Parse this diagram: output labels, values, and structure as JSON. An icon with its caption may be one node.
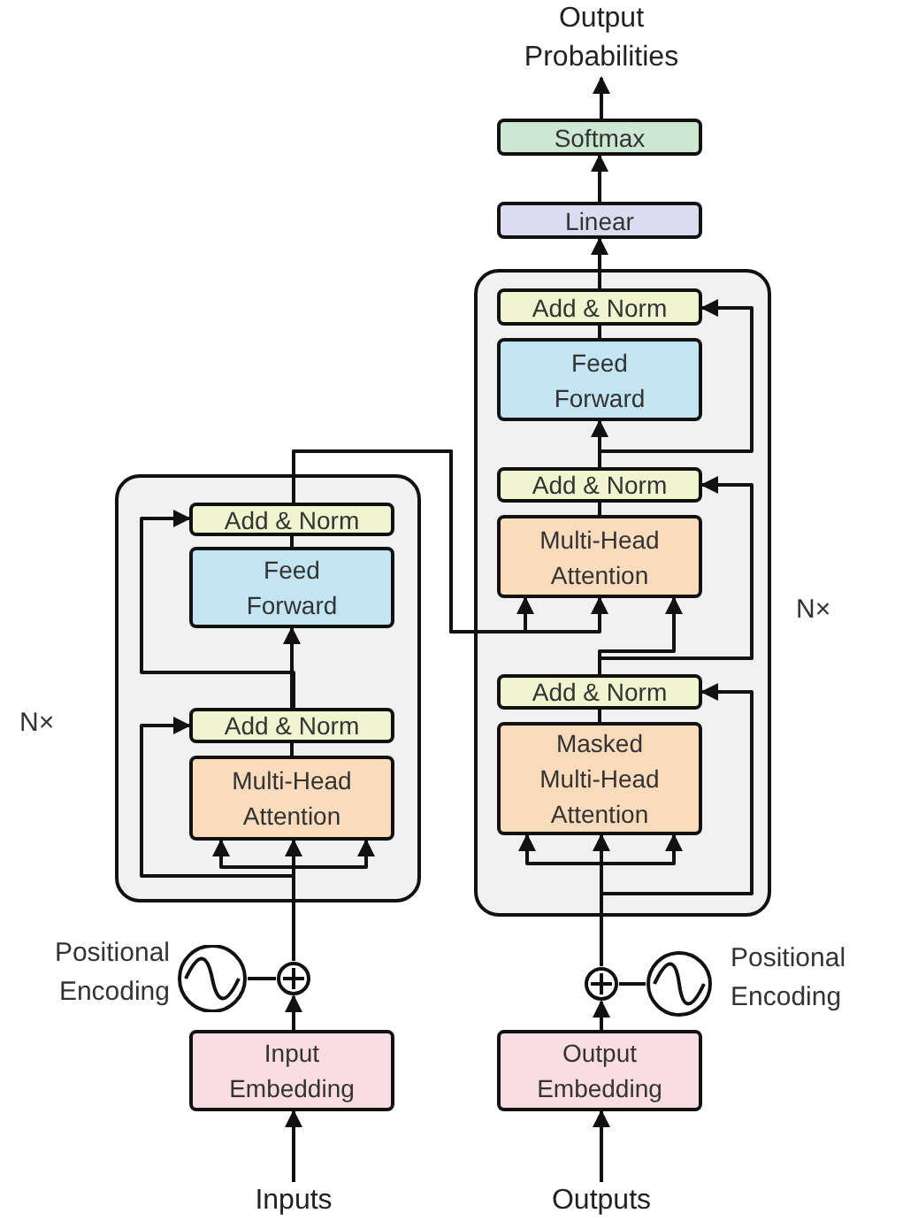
{
  "diagram": {
    "nodes": [
      {
        "text": [],
        "shape": "box",
        "beside": [
          "N×"
        ]
      },
      {
        "text": [
          "Add & Norm"
        ],
        "in": 0
      },
      {
        "text": [
          "Feed Forward"
        ],
        "in": 0
      },
      {
        "text": [
          "Add & Norm"
        ],
        "in": 0
      },
      {
        "text": [
          "Multi-Head Attention"
        ],
        "in": 0
      },
      {
        "text": [],
        "shape": "box",
        "beside": [
          "N×"
        ]
      },
      {
        "text": [
          "Add & Norm"
        ],
        "in": 5
      },
      {
        "text": [
          "Feed Forward"
        ],
        "in": 5
      },
      {
        "text": [
          "Add & Norm"
        ],
        "in": 5
      },
      {
        "text": [
          "Multi-Head Attention"
        ],
        "in": 5
      },
      {
        "text": [
          "Add & Norm"
        ],
        "in": 5
      },
      {
        "text": [
          "Masked Multi-Head Attention"
        ],
        "in": 5
      },
      {
        "text": [
          "Linear"
        ]
      },
      {
        "text": [
          "Softmax"
        ]
      },
      {
        "text": [
          "Output Probabilities"
        ]
      },
      {
        "text": [],
        "shape": "circle",
        "beside": [
          "Positional Encoding"
        ]
      },
      {
        "text": [],
        "shape": "circle"
      },
      {
        "text": [
          "Input Embedding"
        ]
      },
      {
        "text": [
          "Inputs"
        ]
      },
      {
        "text": [],
        "shape": "circle"
      },
      {
        "text": [],
        "shape": "circle",
        "beside": [
          "Positional Encoding"
        ]
      },
      {
        "text": [
          "Output Embedding"
        ]
      },
      {
        "text": [
          "Outputs"
        ]
      }
    ],
    "edges": [
      {
        "from": 18,
        "to": 17,
        "arrow": "to"
      },
      {
        "from": 17,
        "to": 16,
        "arrow": "to"
      },
      {
        "from": 15,
        "to": 16,
        "arrow": "none"
      },
      {
        "from": 16,
        "to": 4,
        "arrow": "to"
      },
      {
        "from": 16,
        "to": 4,
        "arrow": "to"
      },
      {
        "from": 16,
        "to": 4,
        "arrow": "to"
      },
      {
        "from": 16,
        "to": 3,
        "arrow": "to"
      },
      {
        "from": 4,
        "to": 3,
        "arrow": "none"
      },
      {
        "from": 3,
        "to": 2,
        "arrow": "to"
      },
      {
        "from": 3,
        "to": 1,
        "arrow": "to"
      },
      {
        "from": 2,
        "to": 1,
        "arrow": "none"
      },
      {
        "from": 1,
        "to": 9,
        "arrow": "to"
      },
      {
        "from": 1,
        "to": 9,
        "arrow": "to"
      },
      {
        "from": 22,
        "to": 21,
        "arrow": "to"
      },
      {
        "from": 21,
        "to": 19,
        "arrow": "to"
      },
      {
        "from": 20,
        "to": 19,
        "arrow": "none"
      },
      {
        "from": 19,
        "to": 11,
        "arrow": "to"
      },
      {
        "from": 19,
        "to": 11,
        "arrow": "to"
      },
      {
        "from": 19,
        "to": 11,
        "arrow": "to"
      },
      {
        "from": 19,
        "to": 10,
        "arrow": "to"
      },
      {
        "from": 11,
        "to": 10,
        "arrow": "none"
      },
      {
        "from": 10,
        "to": 9,
        "arrow": "to"
      },
      {
        "from": 10,
        "to": 8,
        "arrow": "to"
      },
      {
        "from": 9,
        "to": 8,
        "arrow": "none"
      },
      {
        "from": 8,
        "to": 7,
        "arrow": "to"
      },
      {
        "from": 8,
        "to": 6,
        "arrow": "to"
      },
      {
        "from": 7,
        "to": 6,
        "arrow": "none"
      },
      {
        "from": 6,
        "to": 12,
        "arrow": "to"
      },
      {
        "from": 12,
        "to": 13,
        "arrow": "to"
      },
      {
        "from": 13,
        "to": 14,
        "arrow": "to"
      }
    ]
  }
}
